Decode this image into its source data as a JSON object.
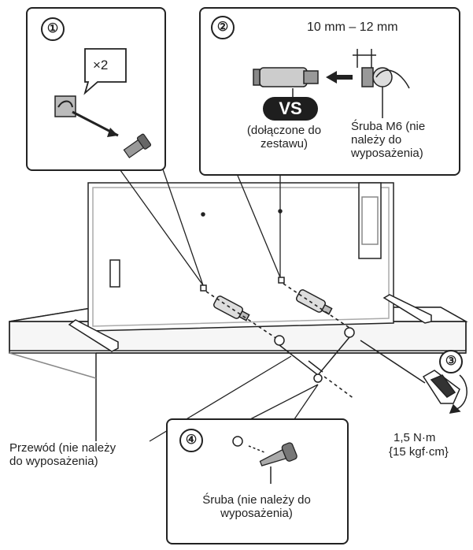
{
  "steps": [
    "①",
    "②",
    "③",
    "④"
  ],
  "panel1": {
    "multiplier": "×2"
  },
  "panel2": {
    "dimension": "10 mm – 12 mm",
    "vs_badge": "VS",
    "included_label": "(dołączone do\nzestawu)",
    "screw_label": "Śruba M6 (nie\nnależy do\nwyposażenia)"
  },
  "torque": {
    "value": "1,5 N·m",
    "kgf": "{15 kgf·cm}"
  },
  "wire_label": "Przewód (nie należy\ndo wyposażenia)",
  "panel4": {
    "screw_label": "Śruba (nie należy do\nwyposażenia)"
  },
  "colors": {
    "line": "#222222",
    "fill": "#ffffff",
    "shade": "#d0d0d0",
    "dark": "#1e1e1e"
  }
}
